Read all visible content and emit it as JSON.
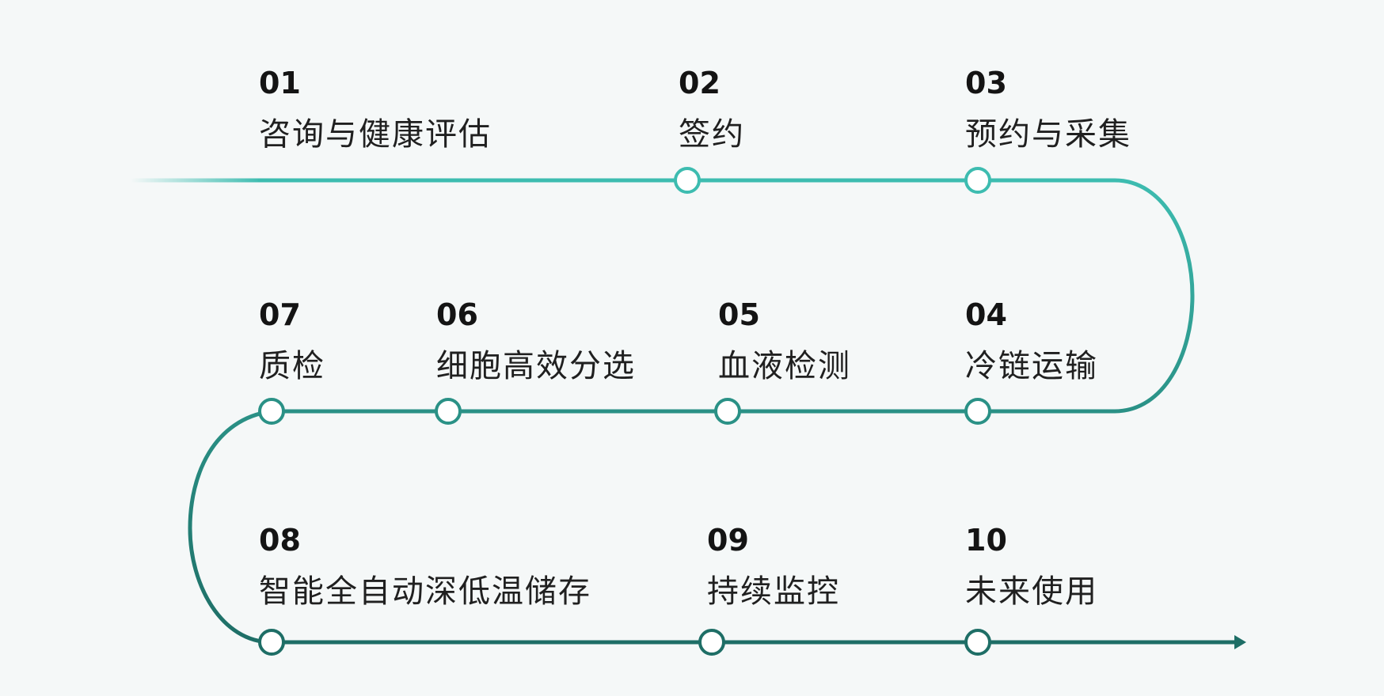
{
  "steps": [
    {
      "number": "01",
      "label": "咨询与健康评估",
      "has_node": false
    },
    {
      "number": "02",
      "label": "签约",
      "has_node": true
    },
    {
      "number": "03",
      "label": "预约与采集",
      "has_node": true
    },
    {
      "number": "04",
      "label": "冷链运输",
      "has_node": true
    },
    {
      "number": "05",
      "label": "血液检测",
      "has_node": true
    },
    {
      "number": "06",
      "label": "细胞高效分选",
      "has_node": true
    },
    {
      "number": "07",
      "label": "质检",
      "has_node": true
    },
    {
      "number": "08",
      "label": "智能全自动深低温储存",
      "has_node": true
    },
    {
      "number": "09",
      "label": "持续监控",
      "has_node": true
    },
    {
      "number": "10",
      "label": "未来使用",
      "has_node": true
    }
  ],
  "colors": {
    "background": "#f5f8f8",
    "line_light": "#3dbcb0",
    "line_mid": "#2a9186",
    "line_dark": "#1e6e66",
    "node_fill": "#ffffff",
    "number_text": "#141414",
    "label_text": "#202020"
  },
  "icons": {
    "end_marker": "arrowhead-icon",
    "step_marker": "circle-node-icon"
  }
}
